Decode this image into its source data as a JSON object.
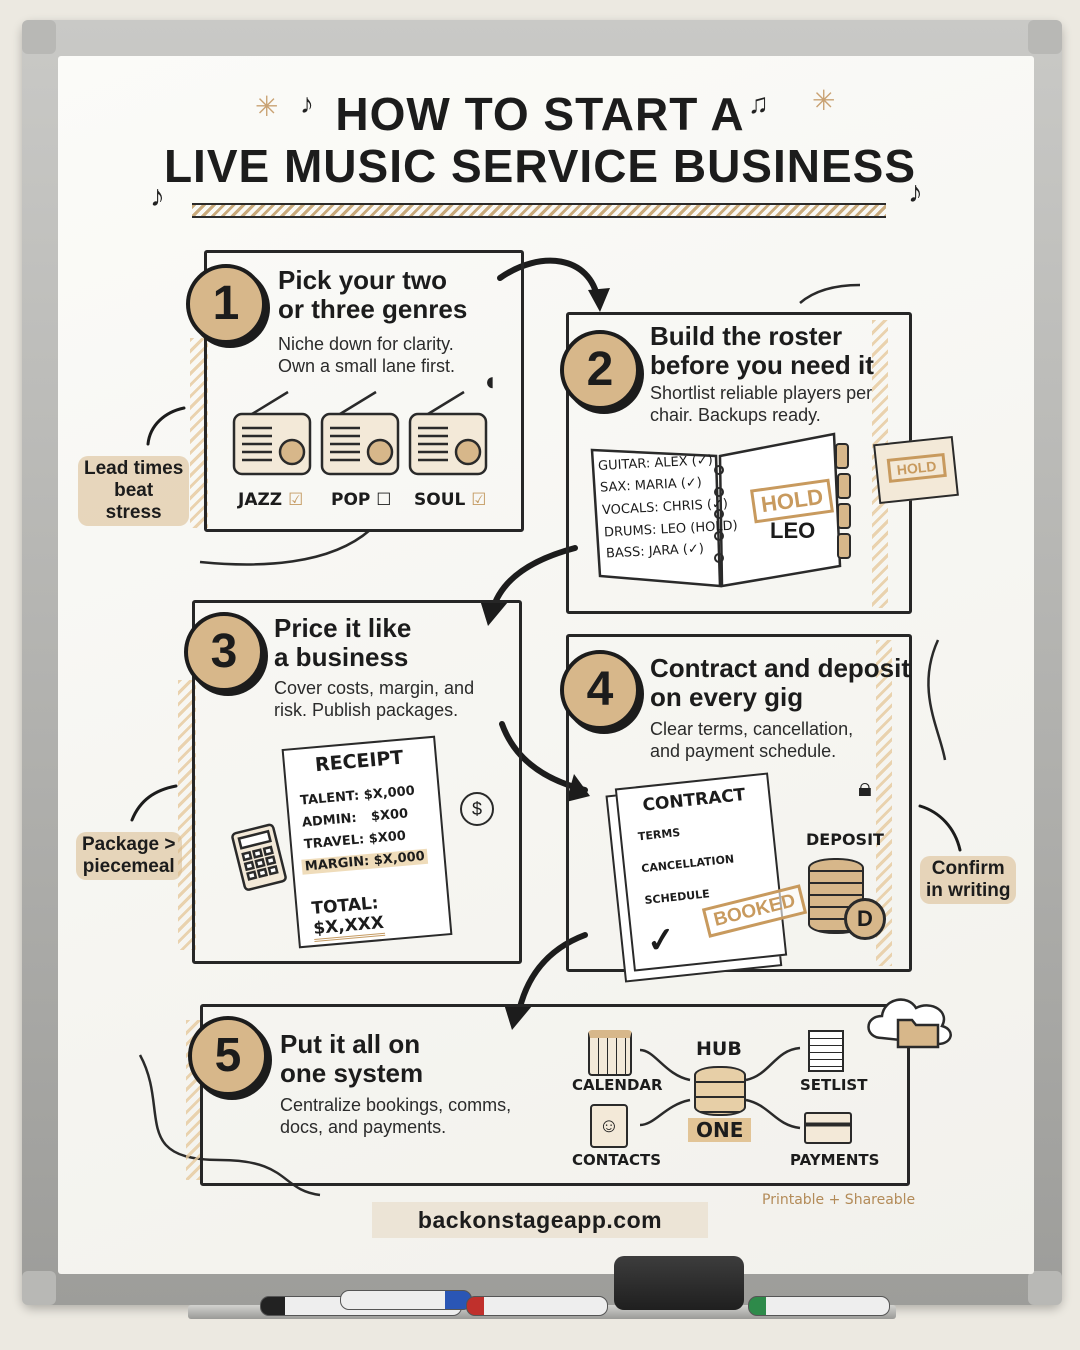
{
  "title": {
    "line1": "HOW TO START A",
    "line2": "LIVE MUSIC SERVICE BUSINESS"
  },
  "steps": [
    {
      "number": "1",
      "heading_1": "Pick your two",
      "heading_2": "or three genres",
      "body_1": "Niche down for clarity.",
      "body_2": "Own a small lane first.",
      "genres": [
        {
          "label": "JAZZ",
          "checked": true
        },
        {
          "label": "POP",
          "checked": false
        },
        {
          "label": "SOUL",
          "checked": true
        }
      ]
    },
    {
      "number": "2",
      "heading_1": "Build the roster",
      "heading_2": "before you need it",
      "body_1": "Shortlist reliable players per",
      "body_2": "chair. Backups ready.",
      "roster": [
        "GUITAR: ALEX (✓)",
        "SAX: MARIA (✓)",
        "VOCALS: CHRIS (✓)",
        "DRUMS: LEO (HOLD)",
        "BASS: JARA (✓)"
      ],
      "hold_stamp": "HOLD",
      "hold_name": "LEO",
      "calendar_stamp": "HOLD"
    },
    {
      "number": "3",
      "heading_1": "Price it like",
      "heading_2": "a business",
      "body_1": "Cover costs, margin, and",
      "body_2": "risk. Publish packages.",
      "receipt_title": "RECEIPT",
      "receipt_lines": [
        {
          "label": "TALENT:",
          "value": "$X,000"
        },
        {
          "label": "ADMIN:",
          "value": "$X00"
        },
        {
          "label": "TRAVEL:",
          "value": "$X00"
        },
        {
          "label": "MARGIN:",
          "value": "$X,000"
        }
      ],
      "total_label": "TOTAL:",
      "total_value": "$X,XXX",
      "coin_symbol": "$"
    },
    {
      "number": "4",
      "heading_1": "Contract and deposit",
      "heading_2": "on every gig",
      "body_1": "Clear terms, cancellation,",
      "body_2": "and payment schedule.",
      "contract_title": "CONTRACT",
      "contract_terms": [
        "TERMS",
        "CANCELLATION",
        "SCHEDULE"
      ],
      "booked_stamp": "BOOKED",
      "deposit_label": "DEPOSIT",
      "coin_letter": "D"
    },
    {
      "number": "5",
      "heading_1": "Put it all on",
      "heading_2": "one system",
      "body_1": "Centralize bookings, comms,",
      "body_2": "docs, and payments.",
      "hub_label": "HUB",
      "hub_sub": "ONE",
      "nodes": {
        "calendar": "CALENDAR",
        "contacts": "CONTACTS",
        "setlist": "SETLIST",
        "payments": "PAYMENTS"
      },
      "footnote": "Printable + Shareable"
    }
  ],
  "side_notes": {
    "lead_times": [
      "Lead times",
      "beat",
      "stress"
    ],
    "package": [
      "Package >",
      "piecemeal"
    ],
    "confirm": [
      "Confirm",
      "in writing"
    ]
  },
  "url": "backonstageapp.com",
  "colors": {
    "accent": "#d7b78a",
    "ink": "#1c1c1c",
    "board": "#f7f6f2"
  }
}
